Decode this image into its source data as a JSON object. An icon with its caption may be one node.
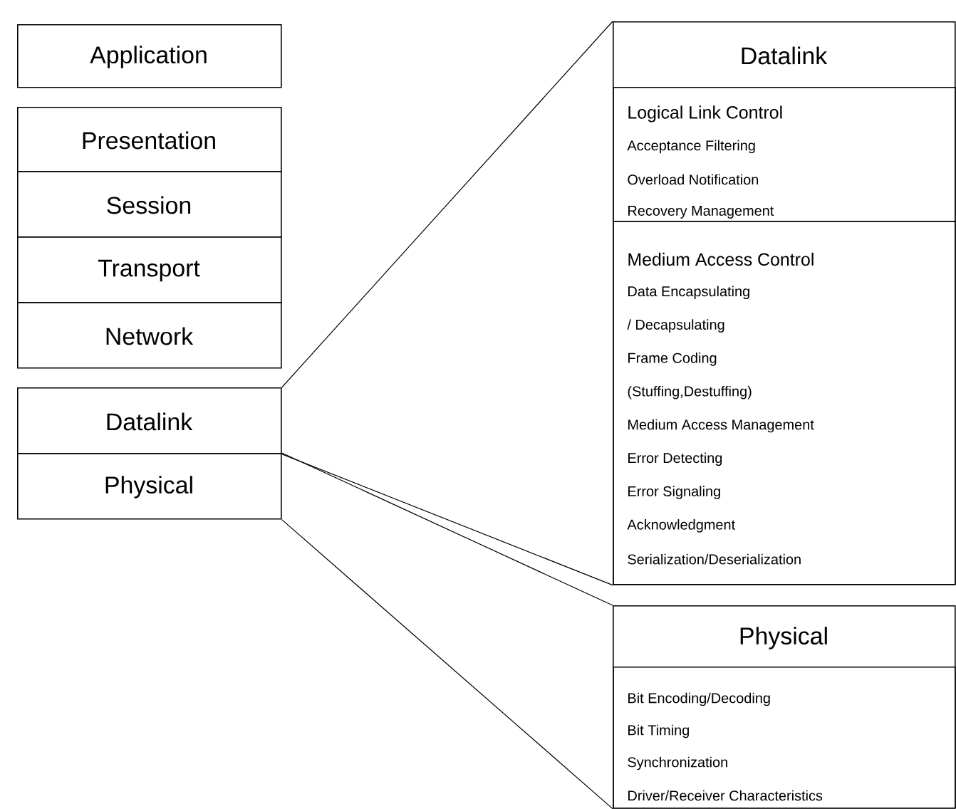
{
  "diagram": {
    "nodes": [
      {
        "text": [
          "Application"
        ]
      },
      {
        "text": [
          "Presentation"
        ]
      },
      {
        "text": [
          "Session"
        ]
      },
      {
        "text": [
          "Transport"
        ]
      },
      {
        "text": [
          "Network"
        ]
      },
      {
        "text": [
          "Datalink"
        ]
      },
      {
        "text": [
          "Physical"
        ]
      },
      {
        "text": [
          "Datalink"
        ]
      },
      {
        "text": [
          "Logical Link Control",
          "Acceptance Filtering",
          "Overload Notification",
          "Recovery Management"
        ],
        "in": 7
      },
      {
        "text": [
          "Medium Access Control",
          "Data Encapsulating",
          "/ Decapsulating",
          "Frame Coding",
          "(Stuffing,Destuffing)",
          "Medium Access Management",
          "Error Detecting",
          "Error Signaling",
          "Acknowledgment",
          "Serialization/Deserialization"
        ],
        "in": 7
      },
      {
        "text": [
          "Physical"
        ]
      },
      {
        "text": [
          "Bit Encoding/Decoding",
          "Bit Timing",
          "Synchronization",
          "Driver/Receiver Characteristics"
        ],
        "in": 10
      }
    ],
    "edges": [
      {
        "from": 5,
        "to": 7,
        "arrow": "none"
      },
      {
        "from": 5,
        "to": 7,
        "arrow": "none"
      },
      {
        "from": 6,
        "to": 10,
        "arrow": "none"
      },
      {
        "from": 6,
        "to": 10,
        "arrow": "none"
      }
    ]
  }
}
